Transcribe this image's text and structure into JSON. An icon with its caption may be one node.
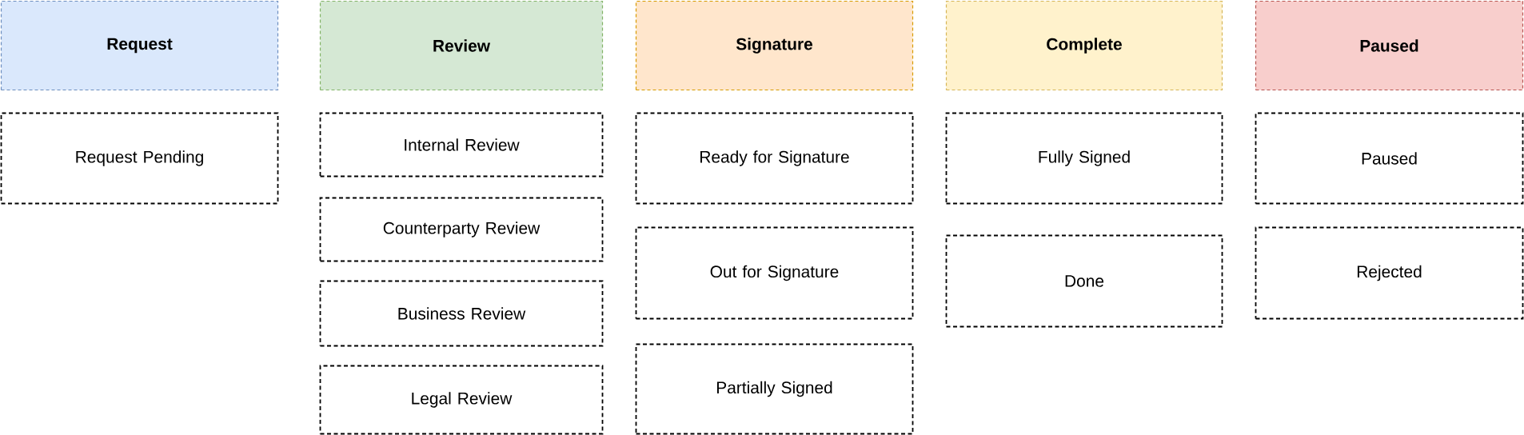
{
  "diagram": {
    "nodes": [
      {
        "text": [
          "Request"
        ]
      },
      {
        "text": [
          "Request Pending"
        ]
      },
      {
        "text": [
          "Review"
        ]
      },
      {
        "text": [
          "Internal Review"
        ]
      },
      {
        "text": [
          "Counterparty Review"
        ]
      },
      {
        "text": [
          "Business Review"
        ]
      },
      {
        "text": [
          "Legal Review"
        ]
      },
      {
        "text": [
          "Signature"
        ]
      },
      {
        "text": [
          "Ready for Signature"
        ]
      },
      {
        "text": [
          "Out for Signature"
        ]
      },
      {
        "text": [
          "Partially Signed"
        ]
      },
      {
        "text": [
          "Complete"
        ]
      },
      {
        "text": [
          "Fully Signed"
        ]
      },
      {
        "text": [
          "Done"
        ]
      },
      {
        "text": [
          "Paused"
        ]
      },
      {
        "text": [
          "Paused"
        ]
      },
      {
        "text": [
          "Rejected"
        ]
      }
    ]
  }
}
